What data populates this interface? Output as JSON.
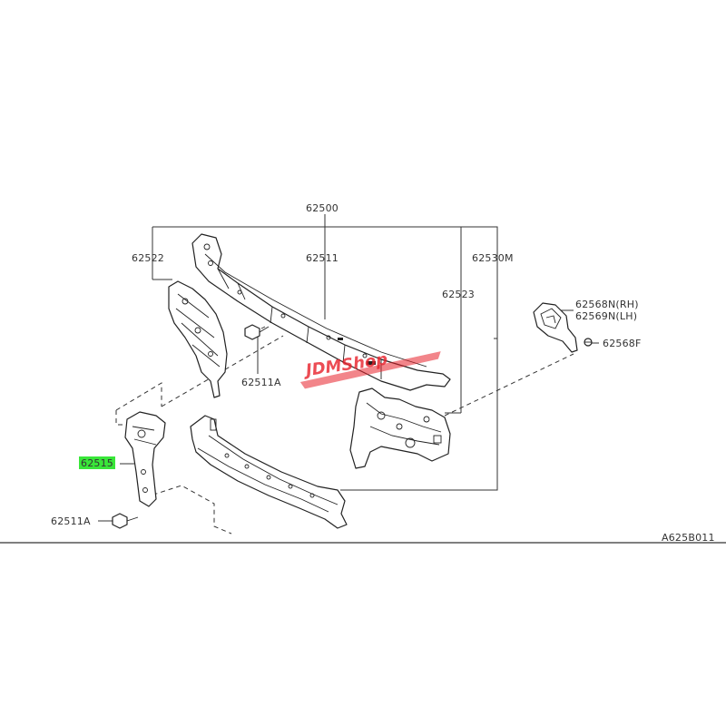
{
  "diagram": {
    "labels": {
      "assembly": "62500",
      "upper_support": "62511",
      "left_bracket": "62522",
      "right_assembly": "62530M",
      "right_bracket": "62523",
      "bolt_left": "62511A",
      "stay": "62515",
      "bolt_lower": "62511A",
      "bracket_rh": "62568N(RH)",
      "bracket_lh": "62569N(LH)",
      "clip": "62568F",
      "drawing_number": "A625B011"
    },
    "highlighted_part": "62515",
    "watermark": "JDMShop",
    "colors": {
      "highlight": "#39e639",
      "watermark": "#e8202a",
      "line": "#333333"
    }
  }
}
